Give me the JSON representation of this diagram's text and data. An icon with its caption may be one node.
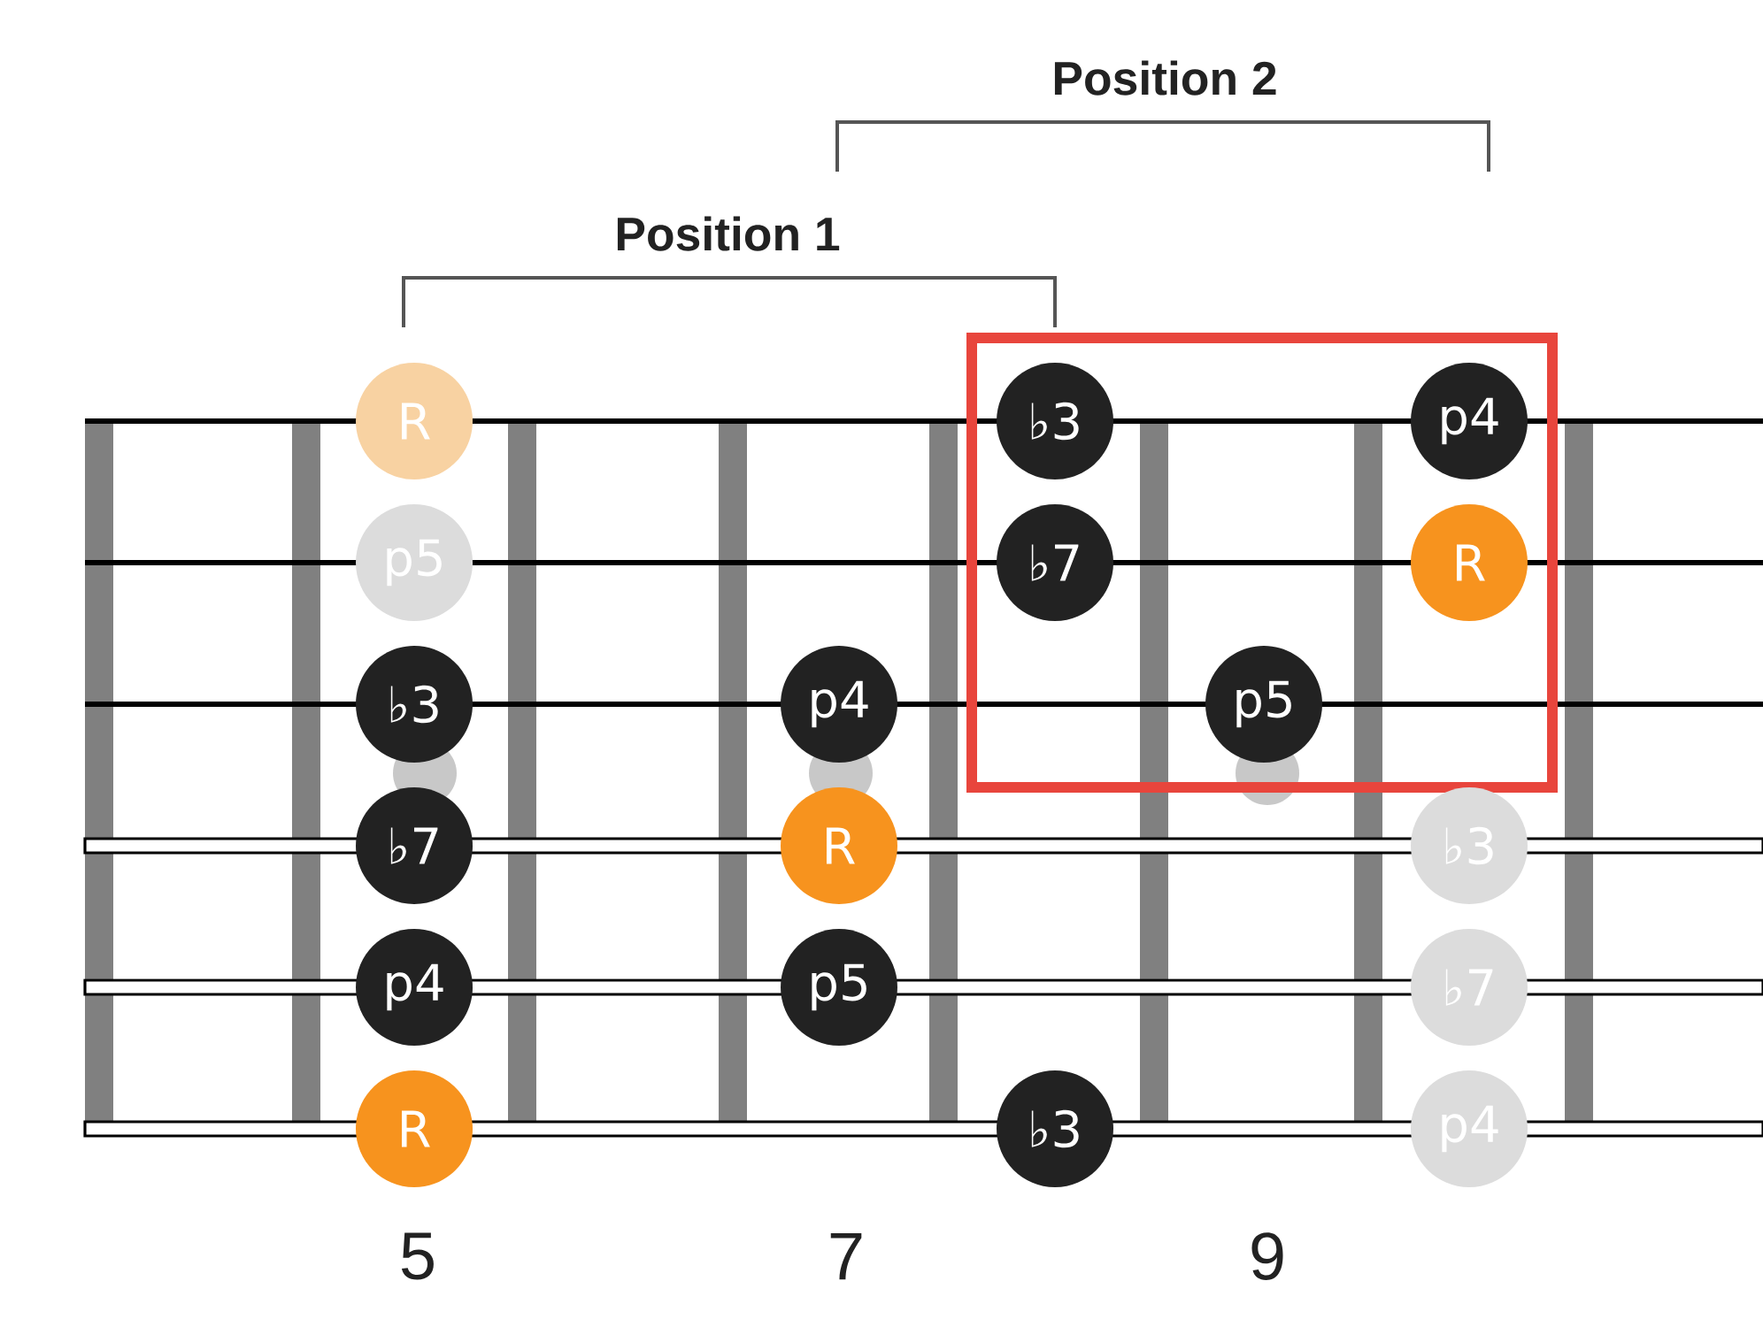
{
  "diagram": {
    "nodes": [
      {
        "text": [],
        "shape": "box"
      },
      {
        "text": [
          "R"
        ]
      },
      {
        "text": [
          "♭3"
        ],
        "in": 0
      },
      {
        "text": [
          "p4"
        ],
        "in": 0
      },
      {
        "text": [
          "p5"
        ]
      },
      {
        "text": [
          "♭7"
        ],
        "in": 0
      },
      {
        "text": [
          "R"
        ],
        "in": 0
      },
      {
        "text": [
          "♭3"
        ]
      },
      {
        "text": [
          "p4"
        ]
      },
      {
        "text": [
          "p5"
        ],
        "in": 0
      },
      {
        "text": [
          "♭7"
        ]
      },
      {
        "text": [
          "R"
        ]
      },
      {
        "text": [
          "♭3"
        ]
      },
      {
        "text": [
          "p4"
        ]
      },
      {
        "text": [
          "p5"
        ]
      },
      {
        "text": [
          "♭7"
        ]
      },
      {
        "text": [
          "R"
        ]
      },
      {
        "text": [
          "♭3"
        ]
      },
      {
        "text": [
          "p4"
        ]
      }
    ],
    "labels": [
      "Position 2",
      "Position 1",
      "5",
      "7",
      "9"
    ]
  }
}
